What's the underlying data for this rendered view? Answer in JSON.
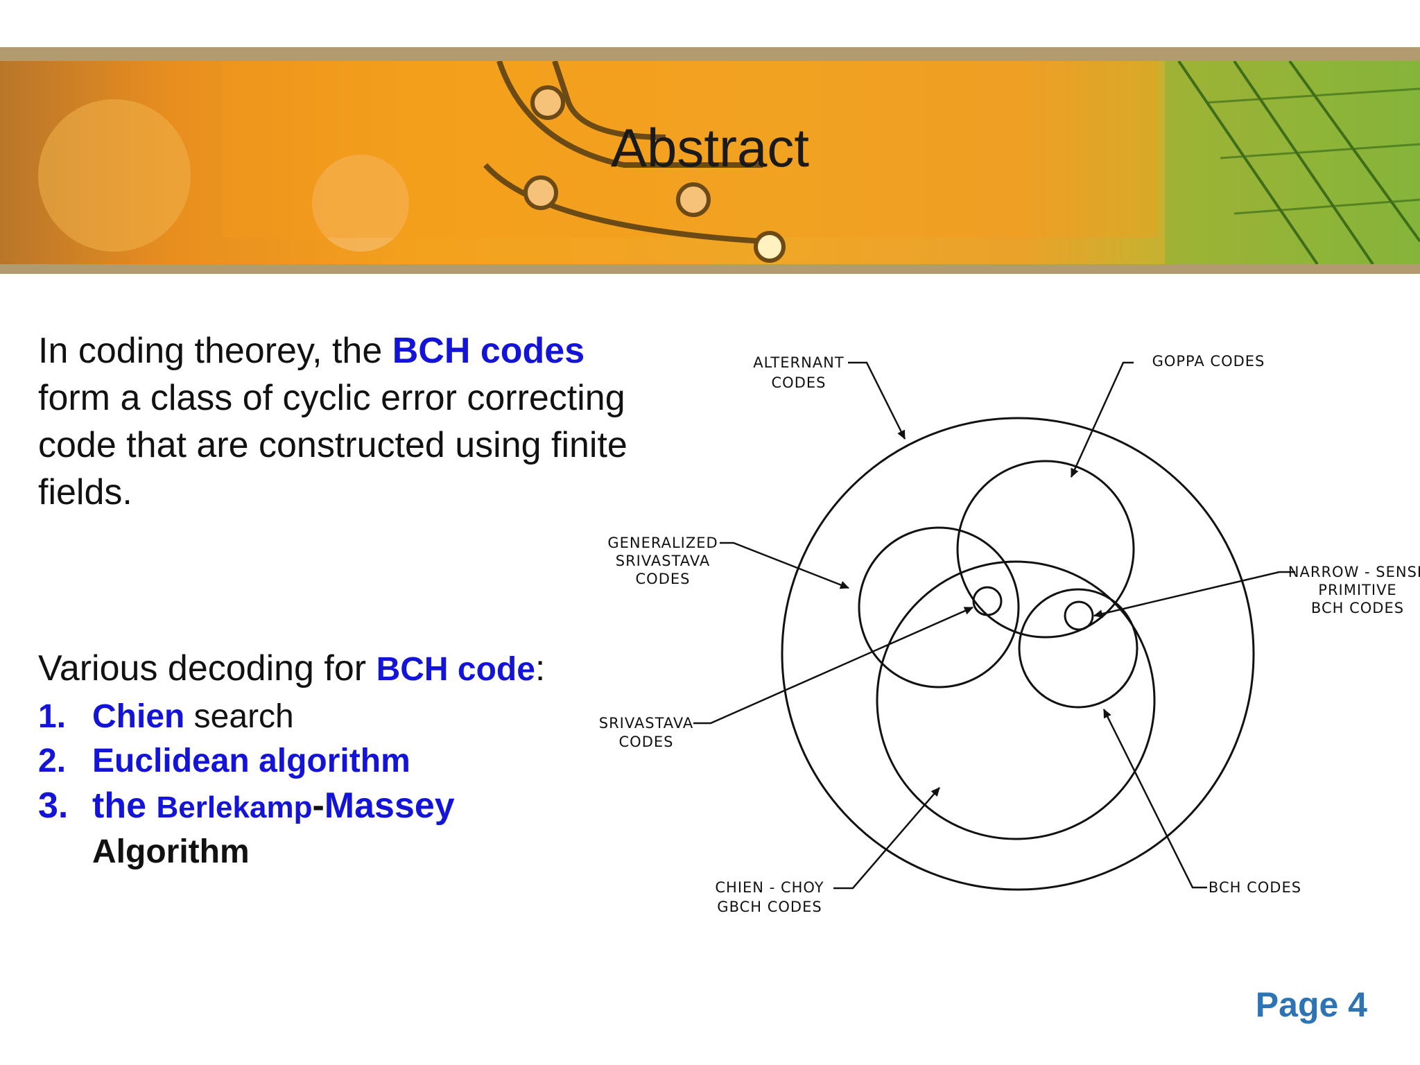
{
  "slide": {
    "title": "Abstract",
    "page_label": "Page 4"
  },
  "intro": {
    "text_before": "In coding theorey, the ",
    "highlight": "BCH codes",
    "text_after": " form a class of cyclic error correcting code that are constructed using finite fields."
  },
  "decoding": {
    "lead": "Various decoding for ",
    "lead_highlight": "BCH code",
    "lead_end": ":",
    "items": [
      {
        "num": "1.",
        "blue": "Chien",
        "rest": " search"
      },
      {
        "num": "2.",
        "blue": "Euclidean algorithm"
      },
      {
        "num": "3.",
        "blue_a": "the ",
        "blue_b": "Berlekamp",
        "dash": "-",
        "blue_c": "Massey",
        "black": "Algorithm"
      }
    ]
  },
  "diagram": {
    "labels": {
      "alternant": [
        "ALTERNANT",
        "CODES"
      ],
      "goppa": [
        "GOPPA  CODES"
      ],
      "generalized": [
        "GENERALIZED",
        "SRIVASTAVA",
        "CODES"
      ],
      "narrow": [
        "NARROW - SENSE",
        "PRIMITIVE",
        "BCH CODES"
      ],
      "srivastava": [
        "SRIVASTAVA",
        "CODES"
      ],
      "chien_choy": [
        "CHIEN - CHOY",
        "GBCH  CODES"
      ],
      "bch": [
        "BCH  CODES"
      ]
    }
  },
  "colors": {
    "accent_blue": "#1414d8",
    "page_blue": "#2e74b5",
    "banner_rule": "#b29c6f"
  }
}
